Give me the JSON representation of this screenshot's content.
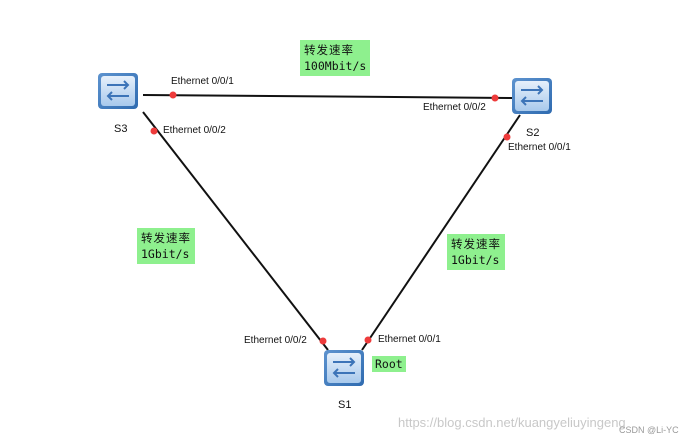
{
  "devices": {
    "s1": {
      "name": "S1",
      "icon": "switch-icon",
      "badge": "Root"
    },
    "s2": {
      "name": "S2",
      "icon": "switch-icon"
    },
    "s3": {
      "name": "S3",
      "icon": "switch-icon"
    }
  },
  "links": [
    {
      "from": "S3",
      "to": "S2",
      "from_port": "Ethernet 0/0/1",
      "to_port": "Ethernet 0/0/2",
      "rate_label": "转发速率",
      "rate": "100Mbit/s"
    },
    {
      "from": "S3",
      "to": "S1",
      "from_port": "Ethernet 0/0/2",
      "to_port": "Ethernet 0/0/2",
      "rate_label": "转发速率",
      "rate": "1Gbit/s"
    },
    {
      "from": "S2",
      "to": "S1",
      "from_port": "Ethernet 0/0/1",
      "to_port": "Ethernet 0/0/1",
      "rate_label": "转发速率",
      "rate": "1Gbit/s"
    }
  ],
  "watermark": {
    "url": "https://blog.csdn.net/kuangyeliuyingeng",
    "credit": "CSDN @Li-YC"
  },
  "colors": {
    "link": "#111111",
    "port_dot": "#ee3b3b",
    "note_bg": "#8ef08e",
    "switch_body": "#6fa6dd"
  }
}
